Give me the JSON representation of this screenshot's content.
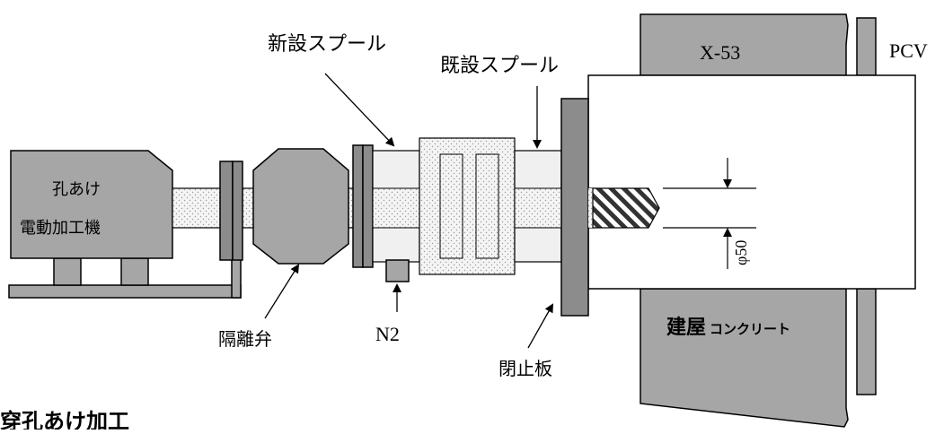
{
  "labels": {
    "new_spool": "新設スプール",
    "existing_spool": "既設スプール",
    "penetration": "X-53",
    "pcv": "PCV",
    "machine_line1": "孔あけ",
    "machine_line2": "電動加工機",
    "isolation_valve": "隔離弁",
    "n2": "N2",
    "closure_plate": "閉止板",
    "building_concrete_main": "建屋",
    "building_concrete_small": "コンクリート",
    "diameter": "φ50",
    "caption": "穿孔あけ加工"
  },
  "colors": {
    "gray_fill": "#a6a6a6",
    "dark_gray": "#7f7f7f",
    "light_fill": "#f2f2f2",
    "outline": "#000000",
    "hatch": "#404040"
  }
}
